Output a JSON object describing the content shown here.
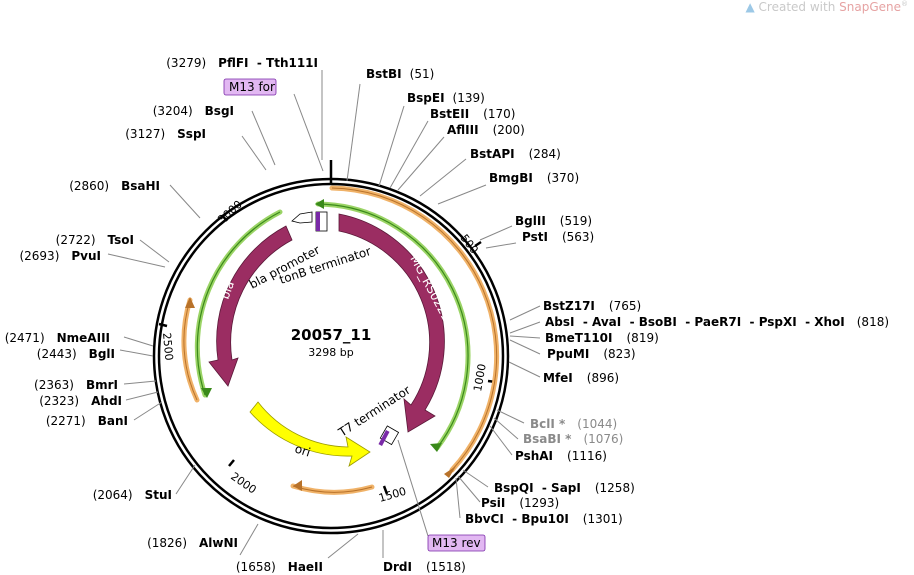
{
  "watermark": {
    "text": "Created with",
    "brand": "SnapGene"
  },
  "plasmid": {
    "name": "20057_11",
    "size_label": "3298 bp"
  },
  "ticks": [
    "500",
    "1000",
    "1500",
    "2000",
    "2500",
    "3000"
  ],
  "features": {
    "mg": "MG_RS02215",
    "bla": "bla",
    "bla_promoter": "bla promoter",
    "tonb": "tonB terminator",
    "t7": "T7 terminator",
    "ori": "ori",
    "m13for": "M13 for",
    "m13rev": "M13 rev"
  },
  "enzymes": {
    "bstbi": {
      "name": "BstBI",
      "pos": "(51)"
    },
    "bspei": {
      "name": "BspEI",
      "pos": "(139)"
    },
    "bsteii": {
      "name": "BstEII",
      "pos": "(170)"
    },
    "afliii": {
      "name": "AflIII",
      "pos": "(200)"
    },
    "bstapi": {
      "name": "BstAPI",
      "pos": "(284)"
    },
    "bmgbi": {
      "name": "BmgBI",
      "pos": "(370)"
    },
    "bglii": {
      "name": "BglII",
      "pos": "(519)"
    },
    "psti": {
      "name": "PstI",
      "pos": "(563)"
    },
    "bstz17i": {
      "name": "BstZ17I",
      "pos": "(765)"
    },
    "absi_group": {
      "text": "AbsI  - AvaI  - BsoBI  - PaeR7I  - PspXI  - XhoI",
      "pos": "(818)"
    },
    "bmet110i": {
      "name": "BmeT110I",
      "pos": "(819)"
    },
    "ppumi": {
      "name": "PpuMI",
      "pos": "(823)"
    },
    "mfei": {
      "name": "MfeI",
      "pos": "(896)"
    },
    "bcli": {
      "name": "BclI *",
      "pos": "(1044)"
    },
    "bsabi": {
      "name": "BsaBI *",
      "pos": "(1076)"
    },
    "pshai": {
      "name": "PshAI",
      "pos": "(1116)"
    },
    "bspqi": {
      "name": "BspQI  - SapI",
      "pos": "(1258)"
    },
    "psii": {
      "name": "PsiI",
      "pos": "(1293)"
    },
    "bbvci": {
      "name": "BbvCI  - Bpu10I",
      "pos": "(1301)"
    },
    "drdi": {
      "name": "DrdI",
      "pos": "(1518)"
    },
    "haeii": {
      "name": "HaeII",
      "pos": "(1658)"
    },
    "alwni": {
      "name": "AlwNI",
      "pos": "(1826)"
    },
    "stui": {
      "name": "StuI",
      "pos": "(2064)"
    },
    "bani": {
      "name": "BanI",
      "pos": "(2271)"
    },
    "ahdi": {
      "name": "AhdI",
      "pos": "(2323)"
    },
    "bmri": {
      "name": "BmrI",
      "pos": "(2363)"
    },
    "bgli": {
      "name": "BglI",
      "pos": "(2443)"
    },
    "nmeaiii": {
      "name": "NmeAIII",
      "pos": "(2471)"
    },
    "pvui": {
      "name": "PvuI",
      "pos": "(2693)"
    },
    "tsoi": {
      "name": "TsoI",
      "pos": "(2722)"
    },
    "bsahi": {
      "name": "BsaHI",
      "pos": "(2860)"
    },
    "sspi": {
      "name": "SspI",
      "pos": "(3127)"
    },
    "bsgi": {
      "name": "BsgI",
      "pos": "(3204)"
    },
    "pflfi": {
      "name": "PflFI  - Tth111I",
      "pos": "(3279)"
    }
  },
  "colors": {
    "cds": "#9b2d62",
    "ori": "#ffff00",
    "primer": "#e2b8f2",
    "promoter": "#9bd466",
    "orf": "#f0b268"
  }
}
